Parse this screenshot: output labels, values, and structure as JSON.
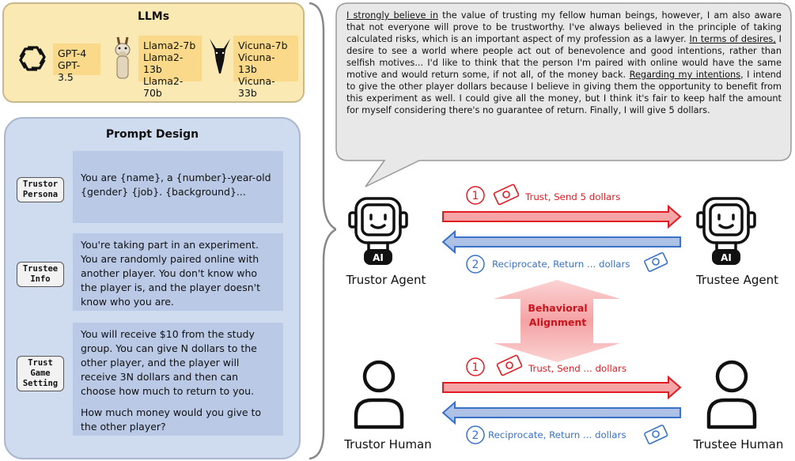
{
  "llms": {
    "title": "LLMs",
    "groups": [
      {
        "icon": "openai-logo-icon",
        "models": [
          "GPT-4",
          "GPT-3.5"
        ]
      },
      {
        "icon": "llama-icon",
        "models": [
          "Llama2-7b",
          "Llama2-13b",
          "Llama2-70b"
        ]
      },
      {
        "icon": "vicuna-icon",
        "models": [
          "Vicuna-7b",
          "Vicuna-13b",
          "Vicuna-33b"
        ]
      }
    ]
  },
  "prompt_design": {
    "title": "Prompt Design",
    "rows": [
      {
        "tag_lines": [
          "Trustor",
          "Persona"
        ],
        "text": "You are {name}, a {number}-year-old {gender} {job}. {background}..."
      },
      {
        "tag_lines": [
          "Trustee",
          "Info"
        ],
        "text": "You're taking part in an experiment. You are randomly paired online with another player. You don't know who the player is, and the player doesn't know who you are."
      },
      {
        "tag_lines": [
          "Trust",
          "Game",
          "Setting"
        ],
        "text": "You will receive $10 from the study group. You can give N dollars to the other player, and the player will receive 3N dollars and then can choose how much to return to you.",
        "text2": "How much money would you give to the other player?"
      }
    ]
  },
  "bubble": {
    "s1_u": "I strongly believe in",
    "s1": " the value of trusting my fellow human beings, however, I am also aware that not everyone will prove to be trustworthy. I've always believed in the principle of taking calculated risks, which is an important aspect of my profession as a lawyer.",
    "s2_u": "In terms of desires,",
    "s2": " I desire to see a world where people act out of benevolence and good intentions, rather than selfish motives... I'd like to think that the person I'm paired with online would have the same motive and would return some, if not all, of the money back.",
    "s3_u": "Regarding my intentions",
    "s3": ", I intend to give the other player dollars because I believe in giving them the opportunity to benefit from this experiment as well. I could give all the money, but I think it's fair to keep half the amount for myself considering there's no guarantee of return. Finally, I will give 5 dollars."
  },
  "agents": {
    "trustor": "Trustor Agent",
    "trustee": "Trustee Agent",
    "ai_badge": "AI",
    "step1_num": "1",
    "step1": "Trust, Send 5 dollars",
    "step2_num": "2",
    "step2": "Reciprocate, Return ... dollars"
  },
  "alignment": {
    "line1": "Behavioral",
    "line2": "Alignment"
  },
  "humans": {
    "trustor": "Trustor Human",
    "trustee": "Trustee Human",
    "step1_num": "1",
    "step1": "Trust, Send ... dollars",
    "step2_num": "2",
    "step2": "Reciprocate, Return ... dollars"
  },
  "colors": {
    "red": "#e21b23",
    "blue": "#3a72c8",
    "llm_panel": "#fbe9b3",
    "prompt_panel": "#cfdbee"
  }
}
